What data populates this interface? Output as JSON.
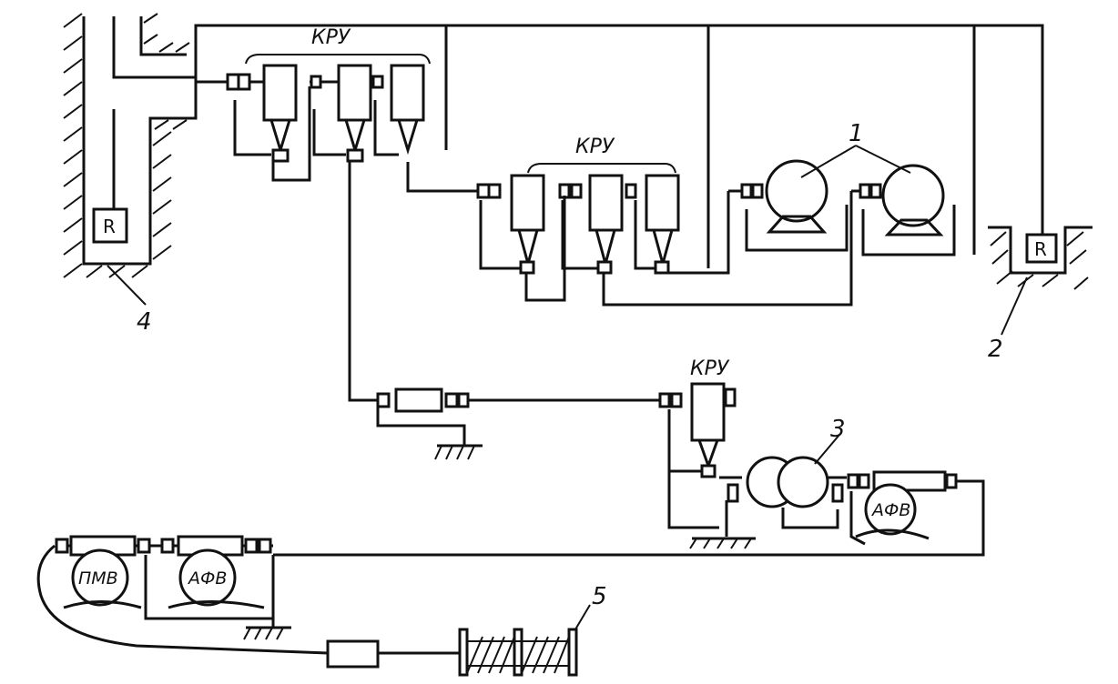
{
  "diagram": {
    "labels": {
      "kru_top": "КРУ",
      "kru_middle": "КРУ",
      "kru_bottom": "КРУ",
      "num_1": "1",
      "num_2": "2",
      "num_3": "3",
      "num_4": "4",
      "num_5": "5",
      "resistor_left": "R",
      "resistor_right": "R",
      "motor_pmv": "ПМВ",
      "motor_afv_left": "АФВ",
      "motor_afv_right": "АФВ"
    }
  }
}
